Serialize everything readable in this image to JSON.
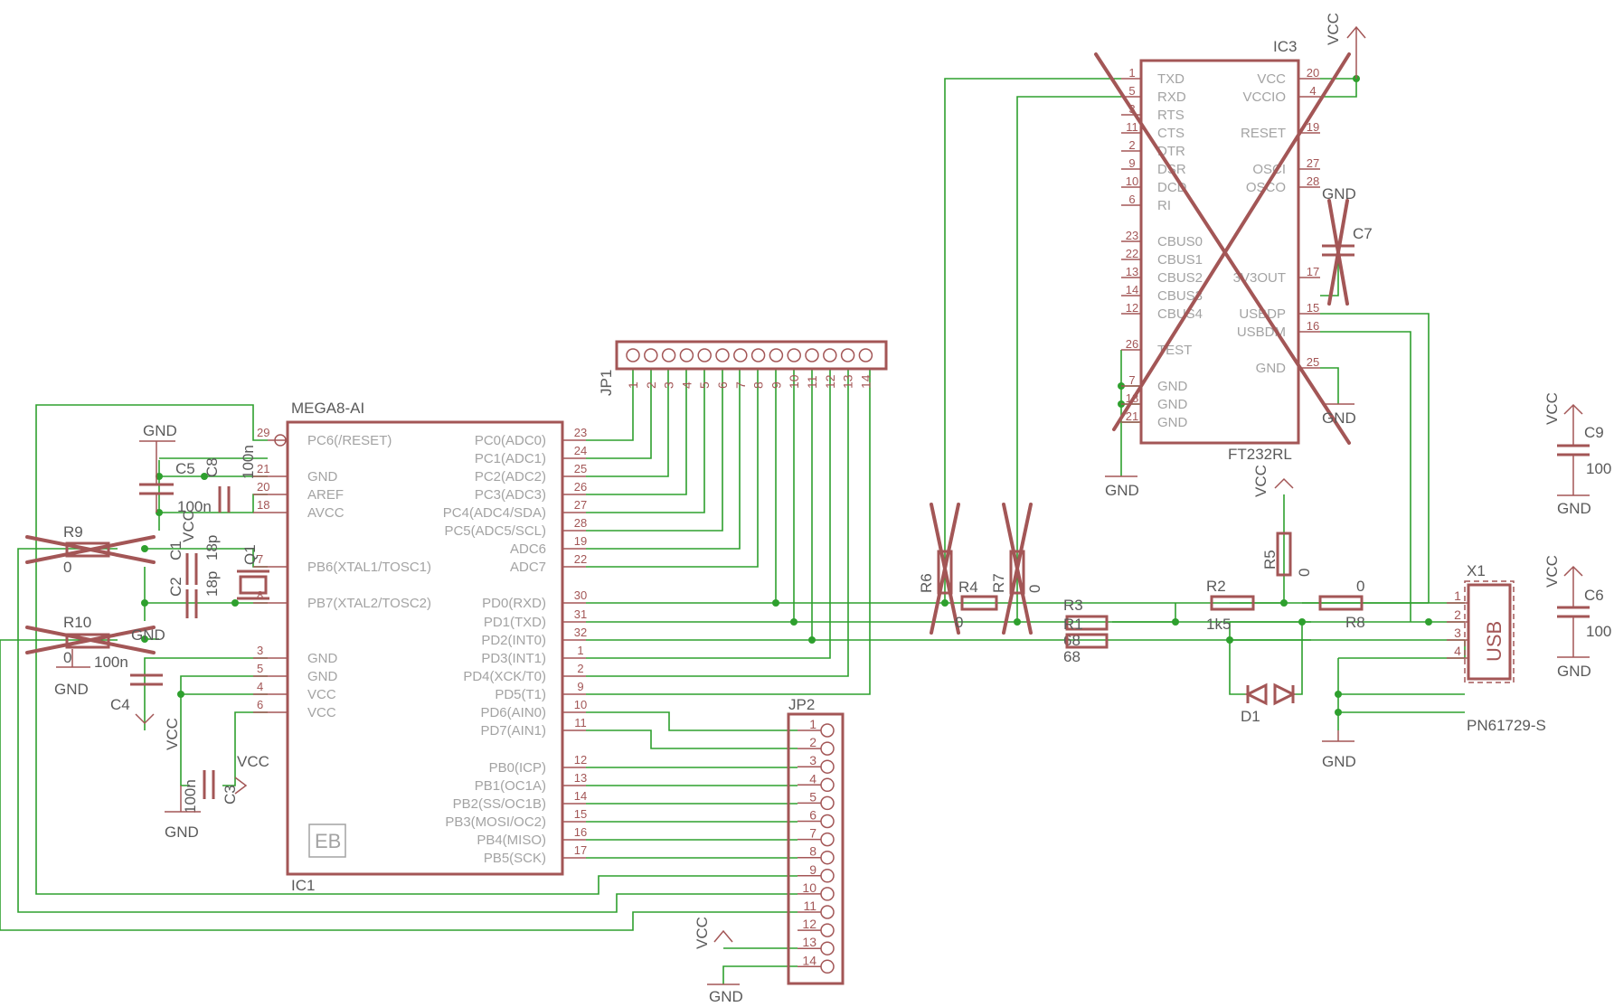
{
  "ic1": {
    "value": "MEGA8-AI",
    "name": "IC1",
    "logo": "EB",
    "left_pins": [
      {
        "name": "PC6(/RESET)",
        "num": "29"
      },
      {
        "name": "GND",
        "num": "21"
      },
      {
        "name": "AREF",
        "num": "20"
      },
      {
        "name": "AVCC",
        "num": "18"
      },
      {
        "name": "PB6(XTAL1/TOSC1)",
        "num": "7"
      },
      {
        "name": "PB7(XTAL2/TOSC2)",
        "num": "8"
      },
      {
        "name": "GND",
        "num": "3"
      },
      {
        "name": "GND",
        "num": "5"
      },
      {
        "name": "VCC",
        "num": "4"
      },
      {
        "name": "VCC",
        "num": "6"
      }
    ],
    "right_pins": [
      {
        "name": "PC0(ADC0)",
        "num": "23"
      },
      {
        "name": "PC1(ADC1)",
        "num": "24"
      },
      {
        "name": "PC2(ADC2)",
        "num": "25"
      },
      {
        "name": "PC3(ADC3)",
        "num": "26"
      },
      {
        "name": "PC4(ADC4/SDA)",
        "num": "27"
      },
      {
        "name": "PC5(ADC5/SCL)",
        "num": "28"
      },
      {
        "name": "ADC6",
        "num": "19"
      },
      {
        "name": "ADC7",
        "num": "22"
      },
      {
        "name": "PD0(RXD)",
        "num": "30"
      },
      {
        "name": "PD1(TXD)",
        "num": "31"
      },
      {
        "name": "PD2(INT0)",
        "num": "32"
      },
      {
        "name": "PD3(INT1)",
        "num": "1"
      },
      {
        "name": "PD4(XCK/T0)",
        "num": "2"
      },
      {
        "name": "PD5(T1)",
        "num": "9"
      },
      {
        "name": "PD6(AIN0)",
        "num": "10"
      },
      {
        "name": "PD7(AIN1)",
        "num": "11"
      },
      {
        "name": "PB0(ICP)",
        "num": "12"
      },
      {
        "name": "PB1(OC1A)",
        "num": "13"
      },
      {
        "name": "PB2(SS/OC1B)",
        "num": "14"
      },
      {
        "name": "PB3(MOSI/OC2)",
        "num": "15"
      },
      {
        "name": "PB4(MISO)",
        "num": "16"
      },
      {
        "name": "PB5(SCK)",
        "num": "17"
      }
    ]
  },
  "ic3": {
    "name": "IC3",
    "value": "FT232RL",
    "left_pins": [
      {
        "name": "TXD",
        "num": "1"
      },
      {
        "name": "RXD",
        "num": "5"
      },
      {
        "name": "RTS",
        "num": "3"
      },
      {
        "name": "CTS",
        "num": "11"
      },
      {
        "name": "DTR",
        "num": "2"
      },
      {
        "name": "DSR",
        "num": "9"
      },
      {
        "name": "DCD",
        "num": "10"
      },
      {
        "name": "RI",
        "num": "6"
      },
      {
        "name": "CBUS0",
        "num": "23"
      },
      {
        "name": "CBUS1",
        "num": "22"
      },
      {
        "name": "CBUS2",
        "num": "13"
      },
      {
        "name": "CBUS3",
        "num": "14"
      },
      {
        "name": "CBUS4",
        "num": "12"
      },
      {
        "name": "TEST",
        "num": "26"
      },
      {
        "name": "GND",
        "num": "7"
      },
      {
        "name": "GND",
        "num": "18"
      },
      {
        "name": "GND",
        "num": "21"
      }
    ],
    "right_pins": [
      {
        "name": "VCC",
        "num": "20"
      },
      {
        "name": "VCCIO",
        "num": "4"
      },
      {
        "name": "RESET",
        "num": "19"
      },
      {
        "name": "OSCI",
        "num": "27"
      },
      {
        "name": "OSCO",
        "num": "28"
      },
      {
        "name": "3V3OUT",
        "num": "17"
      },
      {
        "name": "USBDP",
        "num": "15"
      },
      {
        "name": "USBDM",
        "num": "16"
      },
      {
        "name": "GND",
        "num": "25"
      }
    ]
  },
  "jp1": {
    "name": "JP1",
    "pins": [
      "1",
      "2",
      "3",
      "4",
      "5",
      "6",
      "7",
      "8",
      "9",
      "10",
      "11",
      "12",
      "13",
      "14"
    ]
  },
  "jp2": {
    "name": "JP2",
    "pins": [
      "1",
      "2",
      "3",
      "4",
      "5",
      "6",
      "7",
      "8",
      "9",
      "10",
      "11",
      "12",
      "13",
      "14"
    ]
  },
  "x1": {
    "name": "X1",
    "value": "PN61729-S",
    "body": "USB",
    "pins": [
      "1",
      "2",
      "3",
      "4"
    ]
  },
  "labels": {
    "gnd": "GND",
    "vcc": "VCC",
    "c5": "C5",
    "c8": "C8",
    "c8_val": "100n",
    "c5_val": "100n",
    "c1": "C1",
    "c1_val": "18p",
    "c2": "C2",
    "c2_val": "18p",
    "q1": "Q1",
    "r9": "R9",
    "r9_val": "0",
    "r10": "R10",
    "r10_val": "0",
    "c4": "C4",
    "c4_val": "100n",
    "c3": "C3",
    "c3_val": "100n",
    "r6": "R6",
    "r6_val": "0",
    "r4": "R4",
    "r4_val": "0",
    "r7": "R7",
    "r7_val": "0",
    "r3": "R3",
    "r3_val": "68",
    "r1": "R1",
    "r1_val": "68",
    "r2": "R2",
    "r2_val": "1k5",
    "r5": "R5",
    "r5_val": "0",
    "r8": "R8",
    "r8_val": "0",
    "d1": "D1",
    "c7": "C7",
    "c9": "C9",
    "c9_val": "100",
    "c6": "C6",
    "c6_val": "100"
  }
}
